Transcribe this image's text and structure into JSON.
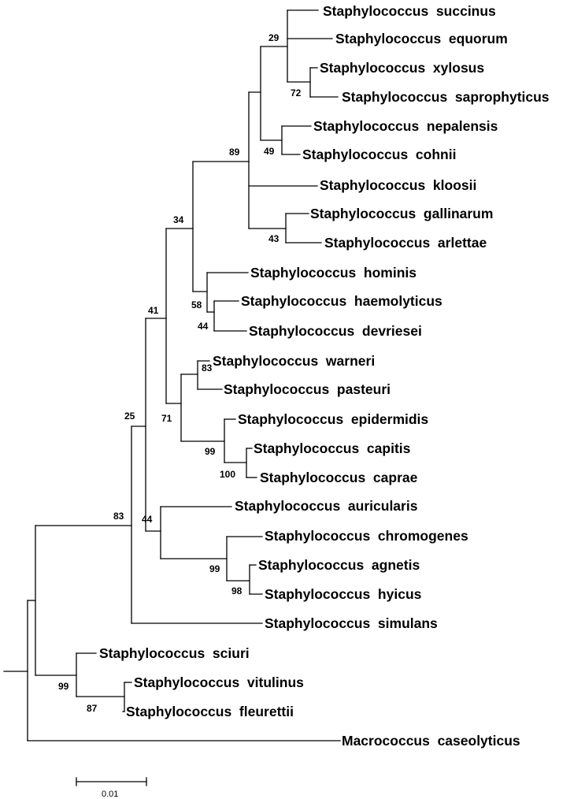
{
  "tree": {
    "taxa": [
      {
        "id": "succ",
        "label": "Staphylococcus  succinus"
      },
      {
        "id": "equo",
        "label": "Staphylococcus  equorum"
      },
      {
        "id": "xylo",
        "label": "Staphylococcus  xylosus"
      },
      {
        "id": "sapr",
        "label": "Staphylococcus  saprophyticus"
      },
      {
        "id": "nepa",
        "label": "Staphylococcus  nepalensis"
      },
      {
        "id": "cohn",
        "label": "Staphylococcus  cohnii"
      },
      {
        "id": "kloo",
        "label": "Staphylococcus  kloosii"
      },
      {
        "id": "gall",
        "label": "Staphylococcus  gallinarum"
      },
      {
        "id": "arle",
        "label": "Staphylococcus  arlettae"
      },
      {
        "id": "homi",
        "label": "Staphylococcus  hominis"
      },
      {
        "id": "haem",
        "label": "Staphylococcus  haemolyticus"
      },
      {
        "id": "devr",
        "label": "Staphylococcus  devriesei"
      },
      {
        "id": "warn",
        "label": "Staphylococcus  warneri"
      },
      {
        "id": "past",
        "label": "Staphylococcus  pasteuri"
      },
      {
        "id": "epid",
        "label": "Staphylococcus  epidermidis"
      },
      {
        "id": "capi",
        "label": "Staphylococcus  capitis"
      },
      {
        "id": "capr",
        "label": "Staphylococcus  caprae"
      },
      {
        "id": "auri",
        "label": "Staphylococcus  auricularis"
      },
      {
        "id": "chro",
        "label": "Staphylococcus  chromogenes"
      },
      {
        "id": "agne",
        "label": "Staphylococcus  agnetis"
      },
      {
        "id": "hyic",
        "label": "Staphylococcus  hyicus"
      },
      {
        "id": "simu",
        "label": "Staphylococcus  simulans"
      },
      {
        "id": "sciu",
        "label": "Staphylococcus  sciuri"
      },
      {
        "id": "vitu",
        "label": "Staphylococcus  vitulinus"
      },
      {
        "id": "fleu",
        "label": "Staphylococcus  fleurettii"
      },
      {
        "id": "macr",
        "label": "Macrococcus  caseolyticus"
      }
    ],
    "bootstrap": [
      {
        "clade": "succinus-equorum-xylosus-saprophyticus",
        "value": "29"
      },
      {
        "clade": "xylosus-saprophyticus",
        "value": "72"
      },
      {
        "clade": "nepalensis-cohnii",
        "value": "49"
      },
      {
        "clade": "saprophyticus-group",
        "value": "89"
      },
      {
        "clade": "gallinarum-arlettae",
        "value": "43"
      },
      {
        "clade": "saprophyticus-hominis-group",
        "value": "34"
      },
      {
        "clade": "hominis-haemolyticus-devriesei",
        "value": "58"
      },
      {
        "clade": "haemolyticus-devriesei",
        "value": "44"
      },
      {
        "clade": "warneri-pasteuri",
        "value": "83"
      },
      {
        "clade": "epidermidis-group",
        "value": "71"
      },
      {
        "clade": "epidermidis-capitis-caprae",
        "value": "99"
      },
      {
        "clade": "capitis-caprae",
        "value": "100"
      },
      {
        "clade": "main-core",
        "value": "41"
      },
      {
        "clade": "auricularis-hyicus-group",
        "value": "44"
      },
      {
        "clade": "chromogenes-agnetis-hyicus",
        "value": "99"
      },
      {
        "clade": "agnetis-hyicus",
        "value": "98"
      },
      {
        "clade": "staph-core-with-simulans",
        "value": "25"
      },
      {
        "clade": "staphylococcus-core",
        "value": "83"
      },
      {
        "clade": "sciuri-group",
        "value": "99"
      },
      {
        "clade": "vitulinus-fleurettii",
        "value": "87"
      }
    ],
    "scale_bar": {
      "label": "0.01",
      "length": 0.01
    }
  }
}
